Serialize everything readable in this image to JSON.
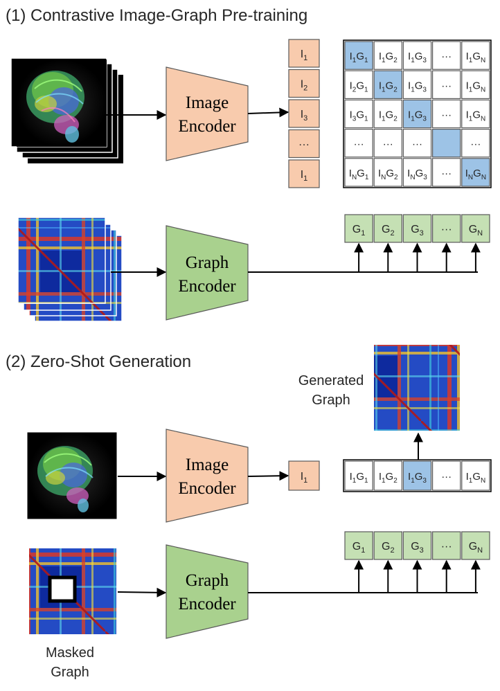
{
  "section1": {
    "title": "(1) Contrastive Image-Graph Pre-training"
  },
  "section2": {
    "title": "(2) Zero-Shot Generation"
  },
  "encoders": {
    "image_line1": "Image",
    "image_line2": "Encoder",
    "graph_line1": "Graph",
    "graph_line2": "Encoder"
  },
  "image_features": [
    {
      "base": "I",
      "sub": "1"
    },
    {
      "base": "I",
      "sub": "2"
    },
    {
      "base": "I",
      "sub": "3"
    },
    {
      "base": "···",
      "sub": ""
    },
    {
      "base": "I",
      "sub": "1"
    }
  ],
  "similarity_matrix": [
    [
      {
        "t": [
          [
            "I",
            "1"
          ],
          [
            "G",
            "1"
          ]
        ],
        "hl": true
      },
      {
        "t": [
          [
            "I",
            "1"
          ],
          [
            "G",
            "2"
          ]
        ],
        "hl": false
      },
      {
        "t": [
          [
            "I",
            "1"
          ],
          [
            "G",
            "3"
          ]
        ],
        "hl": false
      },
      {
        "t": [
          [
            "···",
            ""
          ]
        ],
        "hl": false
      },
      {
        "t": [
          [
            "I",
            "1"
          ],
          [
            "G",
            "N"
          ]
        ],
        "hl": false
      }
    ],
    [
      {
        "t": [
          [
            "I",
            "2"
          ],
          [
            "G",
            "1"
          ]
        ],
        "hl": false
      },
      {
        "t": [
          [
            "I",
            "1"
          ],
          [
            "G",
            "2"
          ]
        ],
        "hl": true
      },
      {
        "t": [
          [
            "I",
            "1"
          ],
          [
            "G",
            "3"
          ]
        ],
        "hl": false
      },
      {
        "t": [
          [
            "···",
            ""
          ]
        ],
        "hl": false
      },
      {
        "t": [
          [
            "I",
            "1"
          ],
          [
            "G",
            "N"
          ]
        ],
        "hl": false
      }
    ],
    [
      {
        "t": [
          [
            "I",
            "3"
          ],
          [
            "G",
            "1"
          ]
        ],
        "hl": false
      },
      {
        "t": [
          [
            "I",
            "1"
          ],
          [
            "G",
            "2"
          ]
        ],
        "hl": false
      },
      {
        "t": [
          [
            "I",
            "1"
          ],
          [
            "G",
            "3"
          ]
        ],
        "hl": true
      },
      {
        "t": [
          [
            "···",
            ""
          ]
        ],
        "hl": false
      },
      {
        "t": [
          [
            "I",
            "1"
          ],
          [
            "G",
            "N"
          ]
        ],
        "hl": false
      }
    ],
    [
      {
        "t": [
          [
            "···",
            ""
          ]
        ],
        "hl": false
      },
      {
        "t": [
          [
            "···",
            ""
          ]
        ],
        "hl": false
      },
      {
        "t": [
          [
            "···",
            ""
          ]
        ],
        "hl": false
      },
      {
        "t": [],
        "hl": true
      },
      {
        "t": [
          [
            "···",
            ""
          ]
        ],
        "hl": false
      }
    ],
    [
      {
        "t": [
          [
            "I",
            "N"
          ],
          [
            "G",
            "1"
          ]
        ],
        "hl": false
      },
      {
        "t": [
          [
            "I",
            "N"
          ],
          [
            "G",
            "2"
          ]
        ],
        "hl": false
      },
      {
        "t": [
          [
            "I",
            "N"
          ],
          [
            "G",
            "3"
          ]
        ],
        "hl": false
      },
      {
        "t": [
          [
            "···",
            ""
          ]
        ],
        "hl": false
      },
      {
        "t": [
          [
            "I",
            "N"
          ],
          [
            "G",
            "N"
          ]
        ],
        "hl": true
      }
    ]
  ],
  "graph_features": [
    {
      "base": "G",
      "sub": "1"
    },
    {
      "base": "G",
      "sub": "2"
    },
    {
      "base": "G",
      "sub": "3"
    },
    {
      "base": "···",
      "sub": ""
    },
    {
      "base": "G",
      "sub": "N"
    }
  ],
  "zs_image_feature": {
    "base": "I",
    "sub": "1"
  },
  "zs_row": [
    {
      "t": [
        [
          "I",
          "1"
        ],
        [
          "G",
          "1"
        ]
      ],
      "hl": false
    },
    {
      "t": [
        [
          "I",
          "1"
        ],
        [
          "G",
          "2"
        ]
      ],
      "hl": false
    },
    {
      "t": [
        [
          "I",
          "1"
        ],
        [
          "G",
          "3"
        ]
      ],
      "hl": true
    },
    {
      "t": [
        [
          "···",
          ""
        ]
      ],
      "hl": false
    },
    {
      "t": [
        [
          "I",
          "1"
        ],
        [
          "G",
          "N"
        ]
      ],
      "hl": false
    }
  ],
  "generated_graph": {
    "line1": "Generated",
    "line2": "Graph"
  },
  "masked_graph": {
    "line1": "Masked",
    "line2": "Graph"
  },
  "colors": {
    "image_encoder": "#f8cbad",
    "graph_encoder": "#a9d18e",
    "feature_green": "#c5e0b4",
    "highlight_blue": "#9dc3e6",
    "outline": "#595959",
    "arrow": "#000000"
  }
}
